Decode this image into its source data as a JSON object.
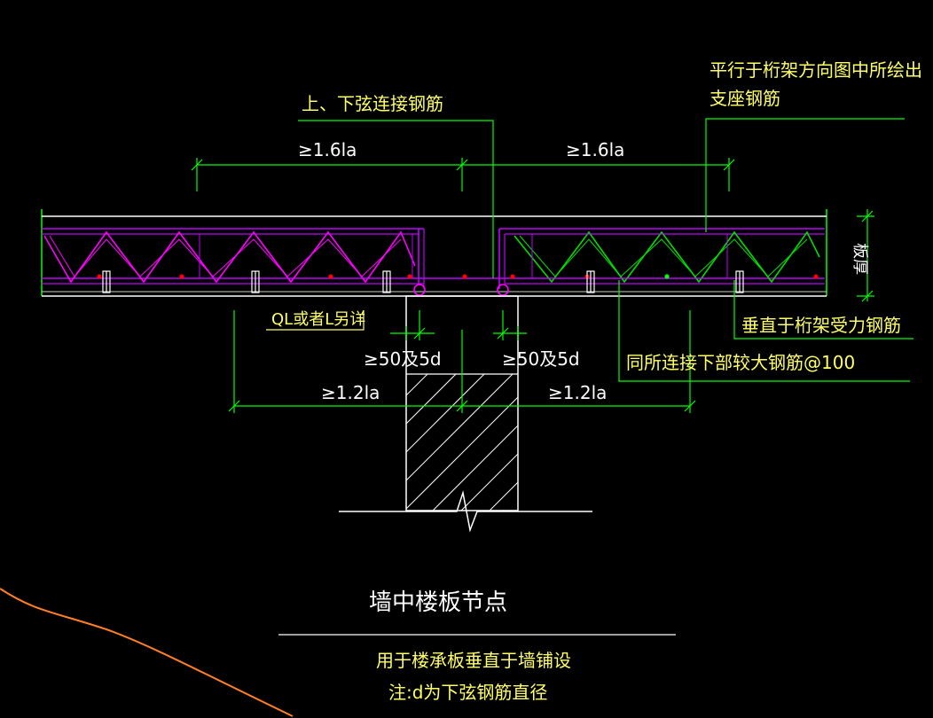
{
  "labels": {
    "top_connect": "上、下弦连接钢筋",
    "parallel_line1": "平行于桁架方向图中所绘出",
    "parallel_line2": "支座钢筋",
    "dim_left_16": "≥1.6la",
    "dim_right_16": "≥1.6la",
    "slab_thickness": "板厚",
    "ql_note": "QL或者L另详",
    "perp_note": "垂直于桁架受力钢筋",
    "dim_left_50": "≥50及5d",
    "dim_right_50": "≥50及5d",
    "connect_bottom": "同所连接下部较大钢筋@100",
    "dim_left_12": "≥1.2la",
    "dim_right_12": "≥1.2la"
  },
  "title": {
    "main": "墙中楼板节点",
    "sub1": "用于楼承板垂直于墙铺设",
    "sub2": "注:d为下弦钢筋直径"
  },
  "colors": {
    "background": "#000000",
    "dimension": "#00ff00",
    "label_yellow": "#ffff66",
    "title_white": "#ffffff",
    "magenta": "#ff00ff",
    "violet": "#c000ff",
    "green_truss": "#00dd00",
    "red_dot": "#ff0000",
    "outline": "#ffffff",
    "orange_curve": "#ff7f27"
  }
}
